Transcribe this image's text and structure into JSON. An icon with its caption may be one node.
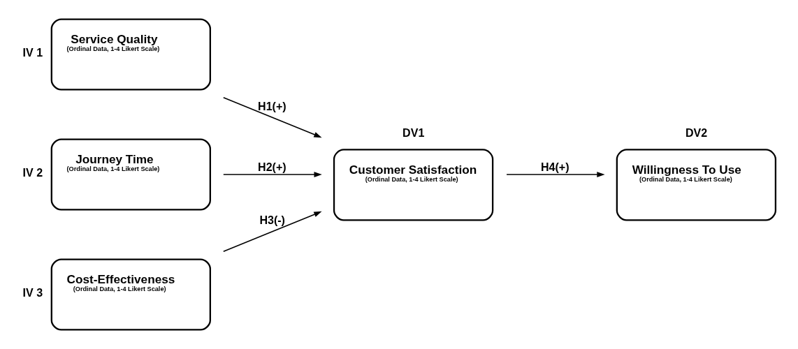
{
  "diagram": {
    "nodes": [
      {
        "text": [
          "Service Quality",
          "(Ordinal Data, 1-4 Likert Scale)"
        ],
        "beside": [
          "IV 1"
        ]
      },
      {
        "text": [
          "Journey Time",
          "(Ordinal Data, 1-4 Likert Scale)"
        ],
        "beside": [
          "IV 2"
        ]
      },
      {
        "text": [
          "Cost-Effectiveness",
          "(Ordinal Data, 1-4 Likert Scale)"
        ],
        "beside": [
          "IV 3"
        ]
      },
      {
        "text": [
          "Customer Satisfaction",
          "(Ordinal Data, 1-4 Likert Scale)"
        ],
        "beside": [
          "DV1"
        ]
      },
      {
        "text": [
          "Willingness To Use",
          "(Ordinal Data, 1-4 Likert Scale)"
        ],
        "beside": [
          "DV2"
        ]
      }
    ],
    "edges": [
      {
        "from": 0,
        "to": 3,
        "arrow": "to",
        "label": "H1(+)"
      },
      {
        "from": 1,
        "to": 3,
        "arrow": "to",
        "label": "H2(+)"
      },
      {
        "from": 2,
        "to": 3,
        "arrow": "to",
        "label": "H3(-)"
      },
      {
        "from": 3,
        "to": 4,
        "arrow": "to",
        "label": "H4(+)"
      }
    ]
  }
}
